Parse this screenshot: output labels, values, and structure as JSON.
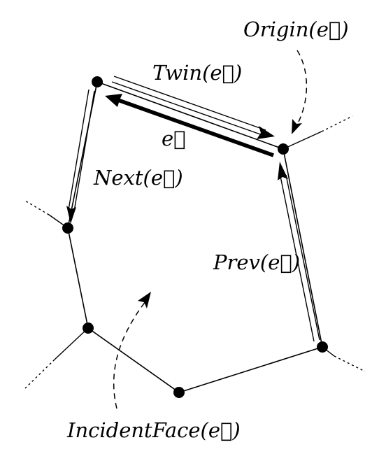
{
  "labels": {
    "origin": "Origin(e⃗)",
    "twin": "Twin(e⃗)",
    "next": "Next(e⃗)",
    "prev": "Prev(e⃗)",
    "edge": "e⃗",
    "incident_face": "IncidentFace(e⃗)"
  },
  "colors": {
    "stroke": "#000000",
    "background": "#ffffff"
  }
}
